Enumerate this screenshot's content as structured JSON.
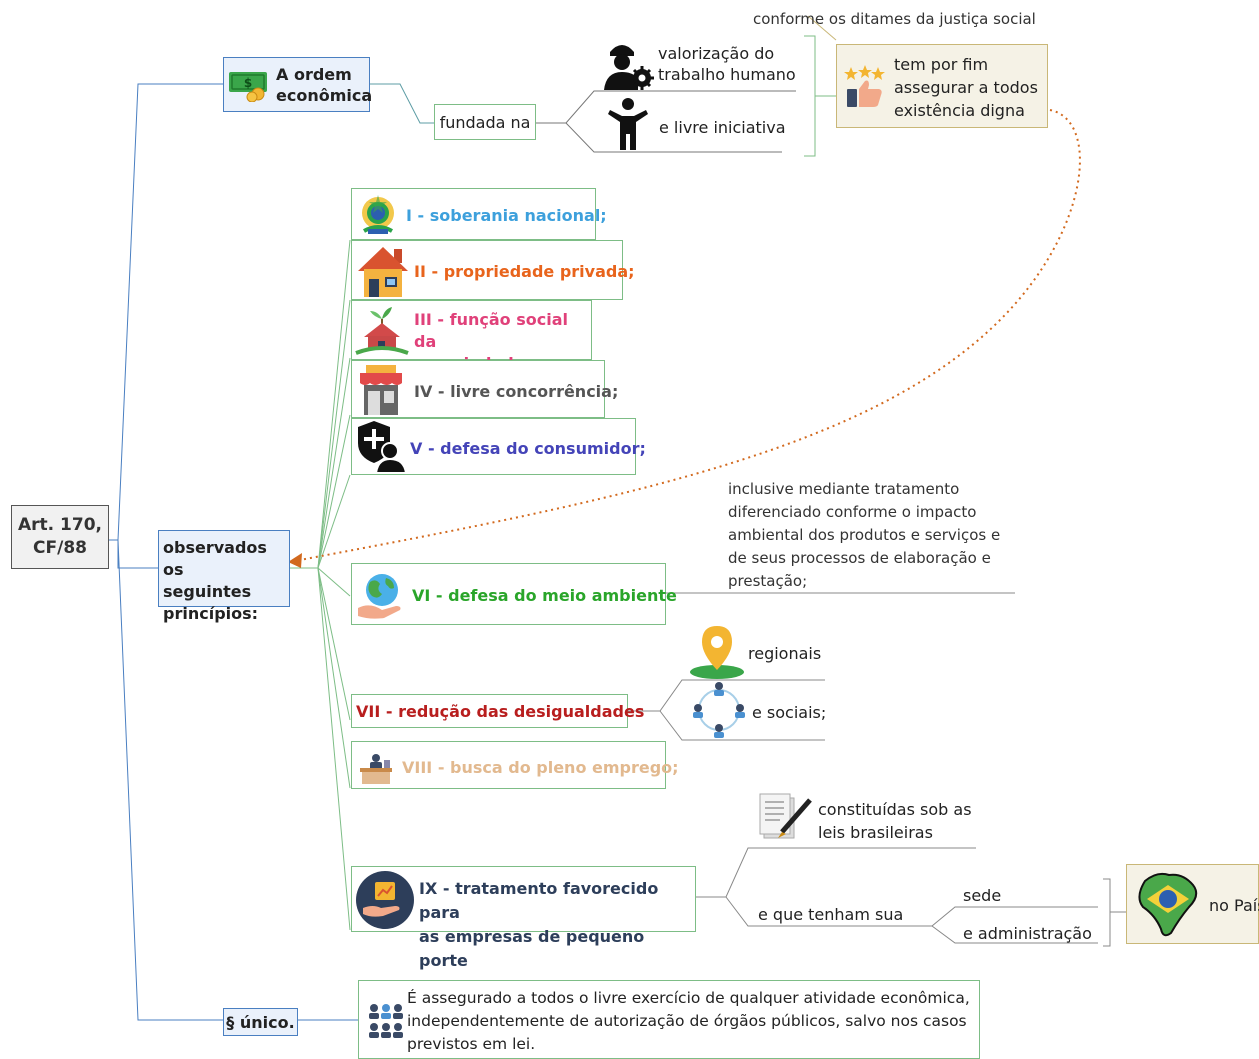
{
  "root": {
    "label": "Art. 170,\nCF/88"
  },
  "ordem": {
    "label": "A ordem\neconômica",
    "icon": "money-icon"
  },
  "fundada": {
    "label": "fundada na"
  },
  "valorizacao": {
    "label": "valorização do\ntrabalho humano",
    "icon": "worker-gear-icon"
  },
  "livre_iniciativa": {
    "label": "e livre iniciativa",
    "icon": "person-icon"
  },
  "conforme": {
    "label": "conforme os ditames da justiça social"
  },
  "fim": {
    "label": "tem por fim\nassegurar a todos\nexistência digna",
    "icon": "rating-thumbs-up-icon"
  },
  "observados": {
    "label": "observados os\nseguintes\nprincípios:"
  },
  "principles": [
    {
      "label": "I - soberania nacional;",
      "color": "#3da0dc",
      "icon": "brazil-coat-of-arms-icon"
    },
    {
      "label": "II - propriedade privada;",
      "color": "#e8641c",
      "icon": "house-icon"
    },
    {
      "label": "III - função social da\npropriedade;",
      "color": "#e0417a",
      "icon": "house-tree-icon"
    },
    {
      "label": "IV - livre concorrência;",
      "color": "#555555",
      "icon": "storefront-icon"
    },
    {
      "label": "V - defesa do consumidor;",
      "color": "#4444b8",
      "icon": "shield-person-icon"
    },
    {
      "label": "VI - defesa do meio ambiente",
      "color": "#2aa52a",
      "icon": "globe-hand-icon"
    },
    {
      "label": "VII - redução das desigualdades",
      "color": "#b81e1e",
      "icon": ""
    },
    {
      "label": "VIII - busca do pleno emprego;",
      "color": "#e2b98f",
      "icon": "desk-worker-icon"
    },
    {
      "label": "IX - tratamento favorecido para\nas empresas de pequeno porte",
      "color": "#2d3e5a",
      "icon": "hand-chart-icon"
    }
  ],
  "meio_ambiente_note": "inclusive mediante tratamento\ndiferenciado conforme o impacto\nambiental dos produtos e serviços e\nde seus processos de elaboração e\nprestação;",
  "regionais": {
    "label": "regionais",
    "icon": "location-pin-icon"
  },
  "sociais": {
    "label": "e sociais;",
    "icon": "people-network-icon"
  },
  "constituidas": {
    "label": "constituídas sob as\nleis brasileiras",
    "icon": "document-pen-icon"
  },
  "tenham": {
    "label": "e que tenham sua"
  },
  "sede": {
    "label": "sede"
  },
  "administracao": {
    "label": "e administração"
  },
  "pais": {
    "label": "no País",
    "icon": "brazil-map-icon"
  },
  "unico": {
    "label": "§ único."
  },
  "unico_text": {
    "label": "É assegurado a todos o livre exercício de qualquer atividade econômica,\nindependentemente de autorização de órgãos públicos, salvo nos casos\nprevistos em lei.",
    "icon": "group-icon"
  }
}
